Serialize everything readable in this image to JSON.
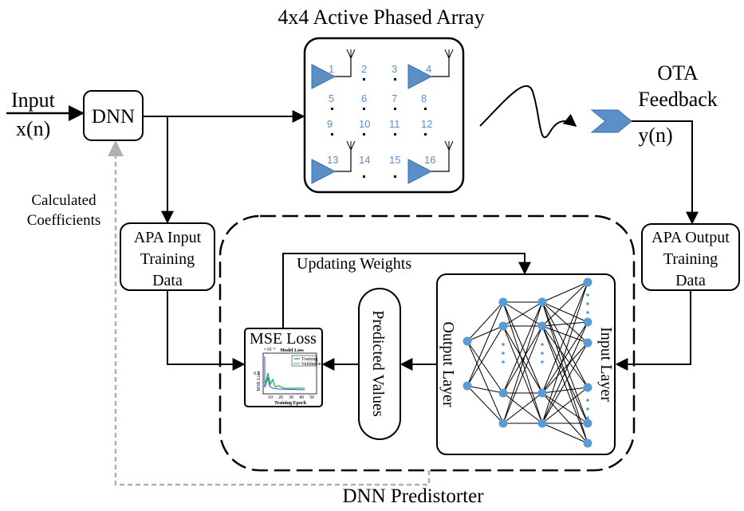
{
  "title": "4x4 Active Phased Array",
  "input": {
    "label": "Input",
    "signal": "x(n)"
  },
  "dnn": {
    "label": "DNN"
  },
  "ota": {
    "line1": "OTA",
    "line2": "Feedback",
    "signal": "y(n)"
  },
  "calculated_coefficients": {
    "line1": "Calculated",
    "line2": "Coefficients"
  },
  "apa_input": {
    "line1": "APA Input",
    "line2": "Training",
    "line3": "Data"
  },
  "apa_output": {
    "line1": "APA Output",
    "line2": "Training",
    "line3": "Data"
  },
  "updating_weights": "Updating Weights",
  "mse_loss": "MSE Loss",
  "predicted_values": "Predicted Values",
  "output_layer": "Output Layer",
  "input_layer": "Input Layer",
  "predistorter": "DNN Predistorter",
  "array_numbers": [
    "1",
    "2",
    "3",
    "4",
    "5",
    "6",
    "7",
    "8",
    "9",
    "10",
    "11",
    "12",
    "13",
    "14",
    "15",
    "16"
  ],
  "mini_plot": {
    "title": "Model Loss",
    "scale": "×10⁻³",
    "ylabel": "MSE Loss",
    "xlabel": "Training Epoch",
    "legend": [
      "Training",
      "Validation"
    ],
    "xticks": [
      "10",
      "20",
      "30",
      "40",
      "50"
    ],
    "ytick": "0.5",
    "colors": {
      "training": "#2d4fd1",
      "validation": "#1db84a"
    }
  },
  "colors": {
    "amplifier": "#5b8fc7",
    "node": "#5b9bd5",
    "feedback": "#b0b0b0"
  }
}
